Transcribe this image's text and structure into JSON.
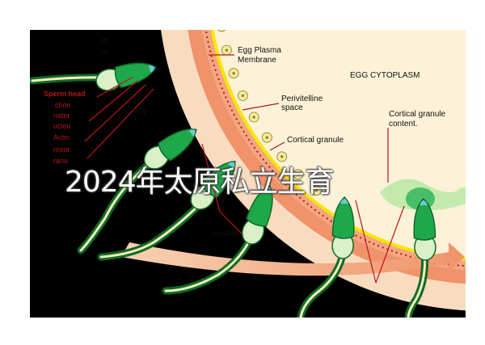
{
  "labels": {
    "egg_plasma_membrane": [
      "Egg Plasma",
      "Membrane"
    ],
    "egg_cytoplasm": "EGG CYTOPLASM",
    "perivitelline_space": [
      "Perivitelline",
      "space"
    ],
    "cortical_granule": "Cortical granule",
    "cortical_granule_content": [
      "Cortical granule",
      "content."
    ],
    "jelly": "Jelly",
    "reaction_partial": "reaction",
    "left_top_partial": [
      "er",
      "rs"
    ],
    "sperm_head": "Sperm head",
    "sperm_parts_partial": [
      "chon",
      "nater",
      "ucleu",
      "Actin",
      "rosor",
      "ranu"
    ]
  },
  "watermark": "2024年太原私立生育",
  "colors": {
    "background": "#ffffff",
    "black_panel": "#000000",
    "cytoplasm": "#fbf2d8",
    "zona": "#f0936a",
    "zona_light": "#f6b894",
    "jelly_band": "#f9dcc0",
    "membrane_yellow": "#f7e600",
    "granule_fill": "#f5ea9a",
    "sperm_green": "#1fa84a",
    "sperm_dark": "#0f6a2a",
    "sperm_pale": "#d9f0c8",
    "tail_cream": "#f4f0b8",
    "pointer_red": "#c0141e"
  }
}
